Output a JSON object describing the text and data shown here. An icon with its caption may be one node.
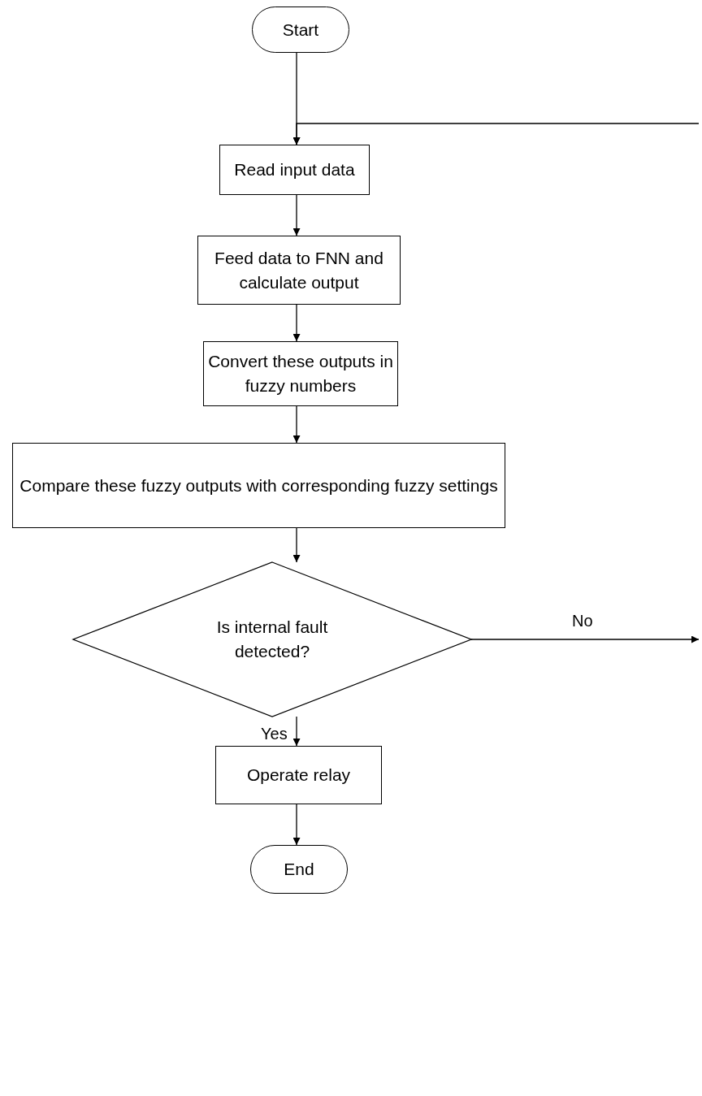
{
  "diagram": {
    "nodes": [
      {
        "text": [
          "Start"
        ]
      },
      {
        "text": [
          "Read input data"
        ]
      },
      {
        "text": [
          "Feed data to FNN and calculate output"
        ]
      },
      {
        "text": [
          "Convert these outputs in fuzzy numbers"
        ]
      },
      {
        "text": [
          "Compare these fuzzy outputs with corresponding fuzzy settings"
        ]
      },
      {
        "text": [
          "Is internal fault detected?"
        ]
      },
      {
        "text": [
          "Operate relay"
        ]
      },
      {
        "text": [
          "End"
        ]
      }
    ],
    "edges": [
      {
        "from": 0,
        "to": 1,
        "arrow": "to"
      },
      {
        "from": null,
        "to": 1,
        "arrow": "to"
      },
      {
        "from": 1,
        "to": 2,
        "arrow": "to"
      },
      {
        "from": 2,
        "to": 3,
        "arrow": "to"
      },
      {
        "from": 3,
        "to": 4,
        "arrow": "to"
      },
      {
        "from": 4,
        "to": 5,
        "arrow": "to"
      },
      {
        "from": 5,
        "to": null,
        "arrow": "to",
        "label": "No"
      },
      {
        "from": 5,
        "to": 6,
        "arrow": "to",
        "label": "Yes"
      },
      {
        "from": 6,
        "to": 7,
        "arrow": "to"
      }
    ]
  }
}
